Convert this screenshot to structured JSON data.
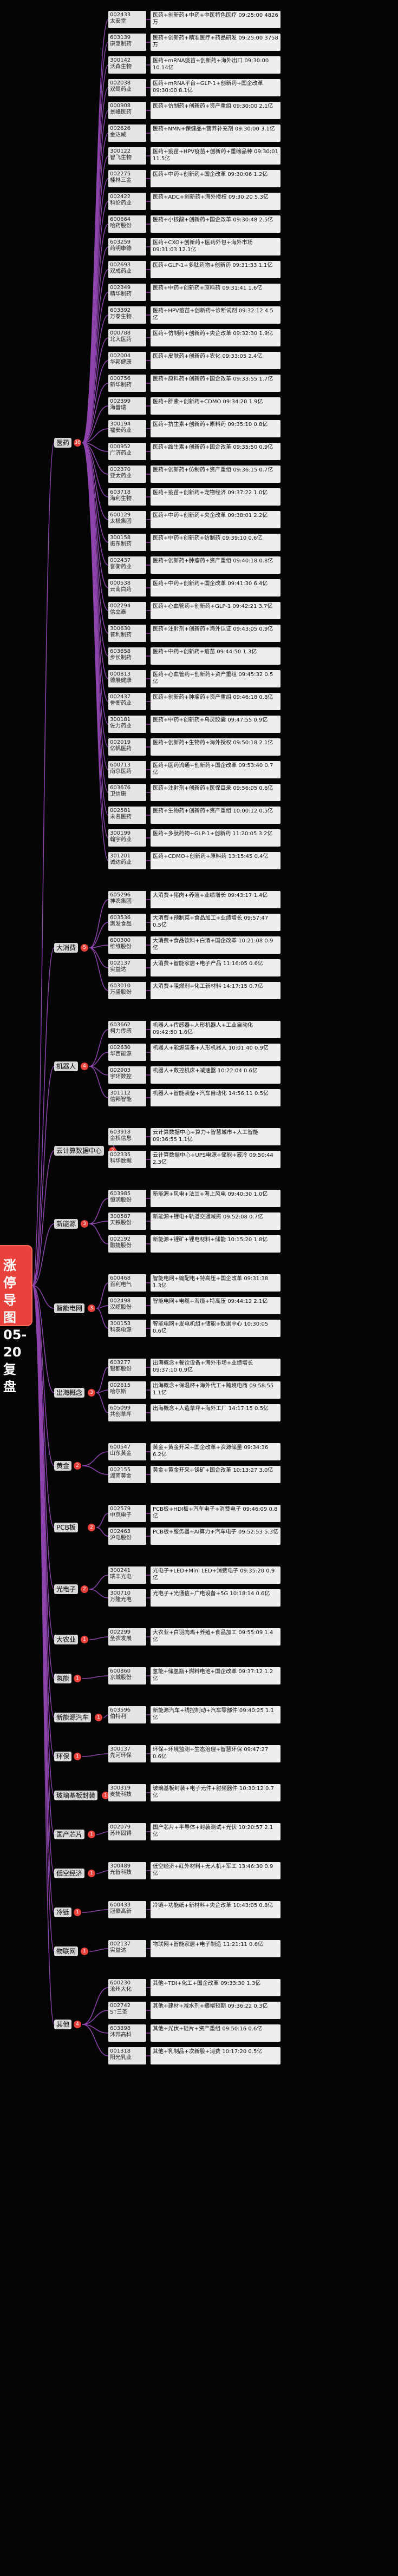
{
  "root": {
    "line1": "涨停导图",
    "line2": "05-20",
    "line3": "复盘"
  },
  "categories": [
    {
      "name": "医药",
      "count": "38",
      "stocks": [
        {
          "code": "002433",
          "name": "太安堂",
          "reason": "医药+创新药+中药+中医特色医疗 09:25:00 4826万"
        },
        {
          "code": "603139",
          "name": "康惠制药",
          "reason": "医药+创新药+精准医疗+药品研发 09:25:00 3758万"
        },
        {
          "code": "300142",
          "name": "沃森生物",
          "reason": "医药+mRNA疫苗+创新药+海外出口 09:30:00 10.14亿"
        },
        {
          "code": "002038",
          "name": "双鹭药业",
          "reason": "医药+mRNA平台+GLP-1+创新药+国企改革 09:30:00 8.1亿"
        },
        {
          "code": "000908",
          "name": "景峰医药",
          "reason": "医药+仿制药+创新药+资产重组 09:30:00 2.1亿"
        },
        {
          "code": "002626",
          "name": "金达威",
          "reason": "医药+NMN+保健品+营养补充剂 09:30:00 3.1亿"
        },
        {
          "code": "300122",
          "name": "智飞生物",
          "reason": "医药+疫苗+HPV疫苗+创新药+重磅品种 09:30:01 11.5亿"
        },
        {
          "code": "002275",
          "name": "桂林三金",
          "reason": "医药+中药+创新药+国企改革 09:30:06 1.2亿"
        },
        {
          "code": "002422",
          "name": "科伦药业",
          "reason": "医药+ADC+创新药+海外授权 09:30:20 5.3亿"
        },
        {
          "code": "600664",
          "name": "哈药股份",
          "reason": "医药+小核酸+创新药+国企改革 09:30:48 2.5亿"
        },
        {
          "code": "603259",
          "name": "药明康德",
          "reason": "医药+CXO+创新药+医药外包+海外市场 09:31:03 12.1亿"
        },
        {
          "code": "002693",
          "name": "双成药业",
          "reason": "医药+GLP-1+多肽药物+创新药 09:31:33 1.1亿"
        },
        {
          "code": "002349",
          "name": "精华制药",
          "reason": "医药+中药+创新药+原料药 09:31:41 1.6亿"
        },
        {
          "code": "603392",
          "name": "万泰生物",
          "reason": "医药+HPV疫苗+创新药+诊断试剂 09:32:12 4.5亿"
        },
        {
          "code": "000788",
          "name": "北大医药",
          "reason": "医药+仿制药+创新药+央企改革 09:32:30 1.9亿"
        },
        {
          "code": "002004",
          "name": "华邦健康",
          "reason": "医药+皮肤药+创新药+农化 09:33:05 2.4亿"
        },
        {
          "code": "000756",
          "name": "新华制药",
          "reason": "医药+原料药+创新药+国企改革 09:33:55 1.7亿"
        },
        {
          "code": "002399",
          "name": "海普瑞",
          "reason": "医药+肝素+创新药+CDMO 09:34:20 1.9亿"
        },
        {
          "code": "300194",
          "name": "福安药业",
          "reason": "医药+抗生素+创新药+原料药 09:35:10 0.8亿"
        },
        {
          "code": "000952",
          "name": "广济药业",
          "reason": "医药+维生素+创新药+国企改革 09:35:50 0.9亿"
        },
        {
          "code": "002370",
          "name": "亚太药业",
          "reason": "医药+创新药+仿制药+资产重组 09:36:15 0.7亿"
        },
        {
          "code": "603718",
          "name": "海利生物",
          "reason": "医药+疫苗+创新药+宠物经济 09:37:22 1.0亿"
        },
        {
          "code": "600129",
          "name": "太极集团",
          "reason": "医药+中药+创新药+央企改革 09:38:01 2.2亿"
        },
        {
          "code": "300158",
          "name": "振东制药",
          "reason": "医药+中药+创新药+仿制药 09:39:10 0.6亿"
        },
        {
          "code": "002437",
          "name": "誉衡药业",
          "reason": "医药+创新药+肿瘤药+资产重组 09:40:18 0.8亿"
        },
        {
          "code": "000538",
          "name": "云南白药",
          "reason": "医药+中药+创新药+国企改革 09:41:30 6.4亿"
        },
        {
          "code": "002294",
          "name": "信立泰",
          "reason": "医药+心血管药+创新药+GLP-1 09:42:21 3.7亿"
        },
        {
          "code": "300630",
          "name": "普利制药",
          "reason": "医药+注射剂+创新药+海外认证 09:43:05 0.9亿"
        },
        {
          "code": "603858",
          "name": "步长制药",
          "reason": "医药+中药+创新药+疫苗 09:44:50 1.3亿"
        },
        {
          "code": "000813",
          "name": "德展健康",
          "reason": "医药+心血管药+创新药+资产重组 09:45:32 0.5亿"
        },
        {
          "code": "002437",
          "name": "誉衡药业",
          "reason": "医药+创新药+肿瘤药+资产重组 09:46:18 0.8亿"
        },
        {
          "code": "300181",
          "name": "佐力药业",
          "reason": "医药+中药+创新药+乌灵胶囊 09:47:55 0.9亿"
        },
        {
          "code": "002019",
          "name": "亿帆医药",
          "reason": "医药+创新药+生物药+海外授权 09:50:18 2.1亿"
        },
        {
          "code": "600713",
          "name": "南京医药",
          "reason": "医药+医药流通+创新药+国企改革 09:53:40 0.7亿"
        },
        {
          "code": "603676",
          "name": "卫信康",
          "reason": "医药+注射剂+创新药+医保目录 09:56:05 0.6亿"
        },
        {
          "code": "002581",
          "name": "未名医药",
          "reason": "医药+生物药+创新药+资产重组 10:00:12 0.5亿"
        },
        {
          "code": "300199",
          "name": "翰宇药业",
          "reason": "医药+多肽药物+GLP-1+创新药 11:20:05 3.2亿"
        },
        {
          "code": "301201",
          "name": "诚达药业",
          "reason": "医药+CDMO+创新药+原料药 13:15:45 0.4亿"
        }
      ]
    },
    {
      "name": "大消费",
      "count": "5",
      "stocks": [
        {
          "code": "605296",
          "name": "神农集团",
          "reason": "大消费+猪肉+养殖+业绩增长 09:43:17 1.4亿"
        },
        {
          "code": "603536",
          "name": "惠发食品",
          "reason": "大消费+预制菜+食品加工+业绩增长 09:57:47 0.5亿"
        },
        {
          "code": "600300",
          "name": "维维股份",
          "reason": "大消费+食品饮料+白酒+国企改革 10:21:08 0.9亿"
        },
        {
          "code": "002137",
          "name": "实益达",
          "reason": "大消费+智能家居+电子产品 11:16:05 0.6亿"
        },
        {
          "code": "603010",
          "name": "万盛股份",
          "reason": "大消费+阻燃剂+化工新材料 14:17:15 0.7亿"
        }
      ]
    },
    {
      "name": "机器人",
      "count": "4",
      "stocks": [
        {
          "code": "603662",
          "name": "柯力传感",
          "reason": "机器人+传感器+人形机器人+工业自动化 09:42:50 1.6亿"
        },
        {
          "code": "002630",
          "name": "华西能源",
          "reason": "机器人+能源装备+人形机器人 10:01:40 0.9亿"
        },
        {
          "code": "002903",
          "name": "宇环数控",
          "reason": "机器人+数控机床+减速器 10:22:04 0.6亿"
        },
        {
          "code": "301112",
          "name": "信邦智能",
          "reason": "机器人+智能装备+汽车自动化 14:56:11 0.5亿"
        }
      ]
    },
    {
      "name": "云计算数据中心",
      "count": "2",
      "stocks": [
        {
          "code": "603918",
          "name": "金桥信息",
          "reason": "云计算数据中心+算力+智慧城市+人工智能 09:36:55 1.1亿"
        },
        {
          "code": "002335",
          "name": "科华数据",
          "reason": "云计算数据中心+UPS电源+储能+液冷 09:50:44 2.3亿"
        }
      ]
    },
    {
      "name": "新能源",
      "count": "3",
      "stocks": [
        {
          "code": "603985",
          "name": "恒润股份",
          "reason": "新能源+风电+法兰+海上风电 09:40:30 1.0亿"
        },
        {
          "code": "300587",
          "name": "天铁股份",
          "reason": "新能源+锂电+轨道交通减振 09:52:08 0.7亿"
        },
        {
          "code": "002192",
          "name": "融捷股份",
          "reason": "新能源+锂矿+锂电材料+储能 10:15:20 1.8亿"
        }
      ]
    },
    {
      "name": "智能电网",
      "count": "3",
      "stocks": [
        {
          "code": "600468",
          "name": "百利电气",
          "reason": "智能电网+输配电+特高压+国企改革 09:31:38 1.3亿"
        },
        {
          "code": "002498",
          "name": "汉缆股份",
          "reason": "智能电网+电缆+海缆+特高压 09:44:12 2.1亿"
        },
        {
          "code": "300153",
          "name": "科泰电源",
          "reason": "智能电网+发电机组+储能+数据中心 10:30:05 0.6亿"
        }
      ]
    },
    {
      "name": "出海概念",
      "count": "3",
      "stocks": [
        {
          "code": "603277",
          "name": "银都股份",
          "reason": "出海概念+餐饮设备+海外市场+业绩增长 09:37:10 0.9亿"
        },
        {
          "code": "002615",
          "name": "哈尔斯",
          "reason": "出海概念+保温杯+海外代工+跨境电商 09:58:55 1.1亿"
        },
        {
          "code": "605099",
          "name": "共创草坪",
          "reason": "出海概念+人造草坪+海外工厂 14:17:15 0.5亿"
        }
      ]
    },
    {
      "name": "黄金",
      "count": "2",
      "stocks": [
        {
          "code": "600547",
          "name": "山东黄金",
          "reason": "黄金+黄金开采+国企改革+资源储量 09:34:36 6.2亿"
        },
        {
          "code": "002155",
          "name": "湖南黄金",
          "reason": "黄金+黄金开采+锑矿+国企改革 10:13:27 3.0亿"
        }
      ]
    },
    {
      "name": "PCB板",
      "count": "2",
      "stocks": [
        {
          "code": "002579",
          "name": "中京电子",
          "reason": "PCB板+HDI板+汽车电子+消费电子 09:46:09 0.8亿"
        },
        {
          "code": "002463",
          "name": "沪电股份",
          "reason": "PCB板+服务器+AI算力+汽车电子 09:52:53 5.3亿"
        }
      ]
    },
    {
      "name": "光电子",
      "count": "2",
      "stocks": [
        {
          "code": "300241",
          "name": "瑞丰光电",
          "reason": "光电子+LED+Mini LED+消费电子 09:35:20 0.9亿"
        },
        {
          "code": "300710",
          "name": "万隆光电",
          "reason": "光电子+光通信+广电设备+5G 10:18:14 0.6亿"
        }
      ]
    },
    {
      "name": "大农业",
      "count": "1",
      "stocks": [
        {
          "code": "002299",
          "name": "圣农发展",
          "reason": "大农业+白羽肉鸡+养殖+食品加工 09:55:09 1.4亿"
        }
      ]
    },
    {
      "name": "氢能",
      "count": "1",
      "stocks": [
        {
          "code": "600860",
          "name": "京城股份",
          "reason": "氢能+储氢瓶+燃料电池+国企改革 09:37:12 1.2亿"
        }
      ]
    },
    {
      "name": "新能源汽车",
      "count": "1",
      "stocks": [
        {
          "code": "603596",
          "name": "伯特利",
          "reason": "新能源汽车+线控制动+汽车零部件 09:40:25 1.1亿"
        }
      ]
    },
    {
      "name": "环保",
      "count": "1",
      "stocks": [
        {
          "code": "300137",
          "name": "先河环保",
          "reason": "环保+环境监测+生态治理+智慧环保 09:47:27 0.6亿"
        }
      ]
    },
    {
      "name": "玻璃基板封装",
      "count": "1",
      "stocks": [
        {
          "code": "300319",
          "name": "麦捷科技",
          "reason": "玻璃基板封装+电子元件+射频器件 10:30:12 0.7亿"
        }
      ]
    },
    {
      "name": "国产芯片",
      "count": "1",
      "stocks": [
        {
          "code": "002079",
          "name": "苏州固锝",
          "reason": "国产芯片+半导体+封装测试+光伏 10:20:57 2.1亿"
        }
      ]
    },
    {
      "name": "低空经济",
      "count": "1",
      "stocks": [
        {
          "code": "300489",
          "name": "光智科技",
          "reason": "低空经济+红外材料+无人机+军工 13:46:30 0.9亿"
        }
      ]
    },
    {
      "name": "冷链",
      "count": "1",
      "stocks": [
        {
          "code": "600433",
          "name": "冠豪高新",
          "reason": "冷链+功能纸+新材料+央企改革 10:43:05 0.8亿"
        }
      ]
    },
    {
      "name": "物联网",
      "count": "1",
      "stocks": [
        {
          "code": "002137",
          "name": "实益达",
          "reason": "物联网+智能家居+电子制造 11:21:11 0.6亿"
        }
      ]
    },
    {
      "name": "其他",
      "count": "4",
      "stocks": [
        {
          "code": "600230",
          "name": "沧州大化",
          "reason": "其他+TDI+化工+国企改革 09:33:30 1.3亿"
        },
        {
          "code": "002742",
          "name": "ST三圣",
          "reason": "其他+建材+减水剂+摘帽预期 09:36:22 0.3亿"
        },
        {
          "code": "603398",
          "name": "沐邦高科",
          "reason": "其他+光伏+硅片+资产重组 09:50:16 0.6亿"
        },
        {
          "code": "001318",
          "name": "阳光乳业",
          "reason": "其他+乳制品+次新股+消费 10:17:20 0.5亿"
        }
      ]
    }
  ],
  "colors": {
    "link": "#8e44ad",
    "root": "#e8403a",
    "badge": "#e8403a",
    "stock_box": "#e4e4e4",
    "reason_box": "#eeeeee",
    "background": "#050505"
  }
}
